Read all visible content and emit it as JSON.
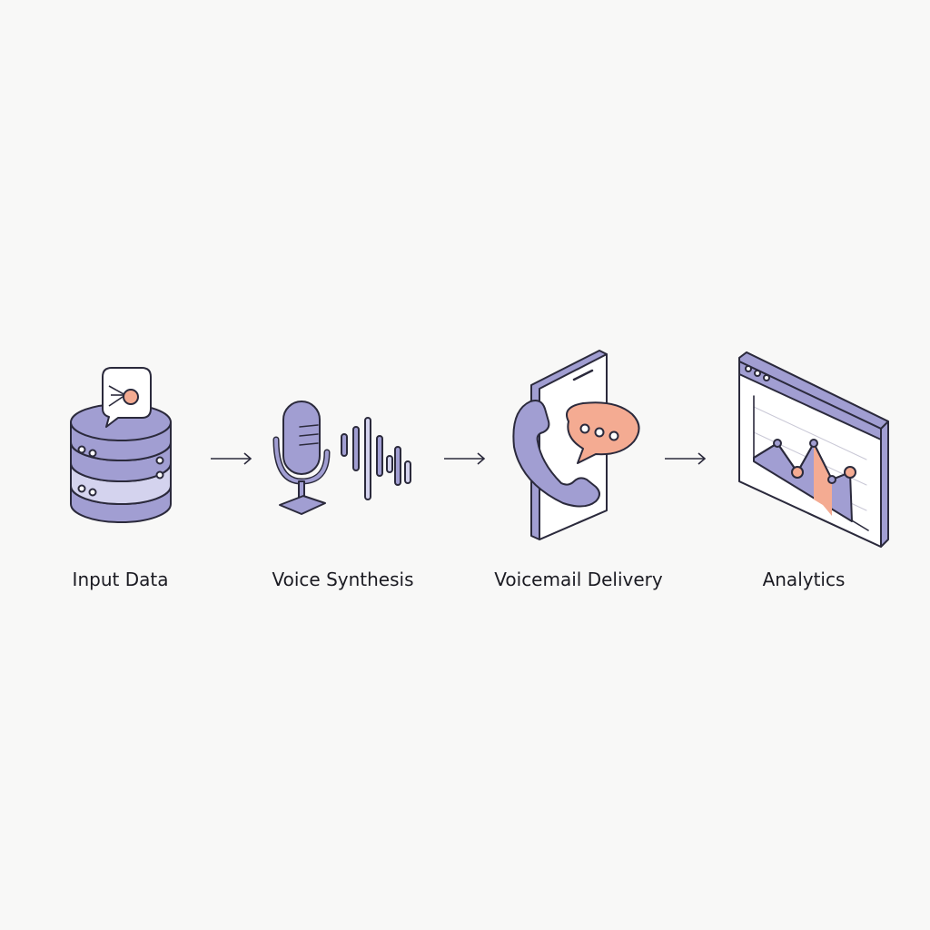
{
  "colors": {
    "background": "#f8f8f7",
    "outline": "#2b2a3c",
    "primary": "#a19ed2",
    "primary_light": "#d4d3ee",
    "accent": "#f4ab92",
    "white": "#ffffff"
  },
  "stages": [
    {
      "label": "Input Data",
      "icon": "database-icon"
    },
    {
      "label": "Voice Synthesis",
      "icon": "microphone-icon"
    },
    {
      "label": "Voicemail Delivery",
      "icon": "phone-message-icon"
    },
    {
      "label": "Analytics",
      "icon": "analytics-dashboard-icon"
    }
  ],
  "connectors": [
    "arrow-right-icon",
    "arrow-right-icon",
    "arrow-right-icon"
  ]
}
